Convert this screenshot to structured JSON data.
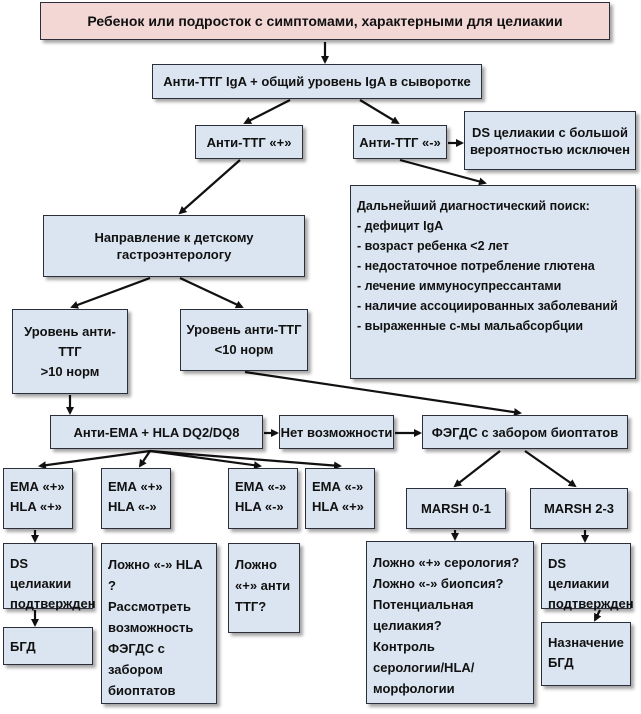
{
  "nodes": {
    "start": "Ребенок или подросток с симптомами, характерными для целиакии",
    "test": "Анти-ТТГ IgA + общий уровень IgA в сыворотке",
    "pos": "Анти-ТТГ «+»",
    "neg": "Анти-ТТГ «-»",
    "excluded": [
      "DS целиакии с большой",
      "вероятностью исключен"
    ],
    "further": {
      "title": "Дальнейший диагностический поиск:",
      "items": [
        "- дефицит IgA",
        "- возраст ребенка <2 лет",
        "- недостаточное потребление глютена",
        "- лечение иммуносупрессантами",
        "- наличие ассоциированных заболеваний",
        "- выраженные с-мы мальабсорбции"
      ]
    },
    "referral": [
      "Направление к детскому",
      "гастроэнтерологу"
    ],
    "high": [
      "Уровень анти-",
      "ТТГ",
      ">10 норм"
    ],
    "low": [
      "Уровень анти-ТТГ",
      "<10 норм"
    ],
    "ema_hla": "Анти-EMA + HLA DQ2/DQ8",
    "no_option": "Нет возможности",
    "fegds": "ФЭГДС с забором биоптатов",
    "combo1": [
      "ЕМА «+»",
      "HLA «+»"
    ],
    "combo2": [
      "ЕМА «+»",
      "HLA «-»"
    ],
    "combo3": [
      "ЕМА «-»",
      "HLA «-»"
    ],
    "combo4": [
      "ЕМА «-»",
      "HLA «+»"
    ],
    "marsh01": "MARSH 0-1",
    "marsh23": "MARSH 2-3",
    "confirmed1": [
      "DS целиакии",
      "подтвержден"
    ],
    "gfd1": "БГД",
    "false_hla": [
      "Ложно «-» HLA ?",
      "Рассмотреть",
      "возможность",
      "ФЭГДС с",
      "забором",
      "биоптатов"
    ],
    "false_ttg": [
      "Ложно",
      "«+» анти",
      "ТТГ?"
    ],
    "marsh01_questions": [
      "Ложно «+» серология?",
      "Ложно «-» биопсия?",
      "Потенциальная",
      "целиакия?",
      "Контроль серологии/HLA/",
      "морфологии"
    ],
    "confirmed2": [
      "DS целиакии",
      "подтвержден"
    ],
    "gfd2": [
      "Назначение",
      "БГД"
    ]
  },
  "colors": {
    "box_fill": "#dbe5f1",
    "start_fill": "#f2d7d5",
    "border": "#2b2f3a",
    "arrow": "#111111"
  }
}
